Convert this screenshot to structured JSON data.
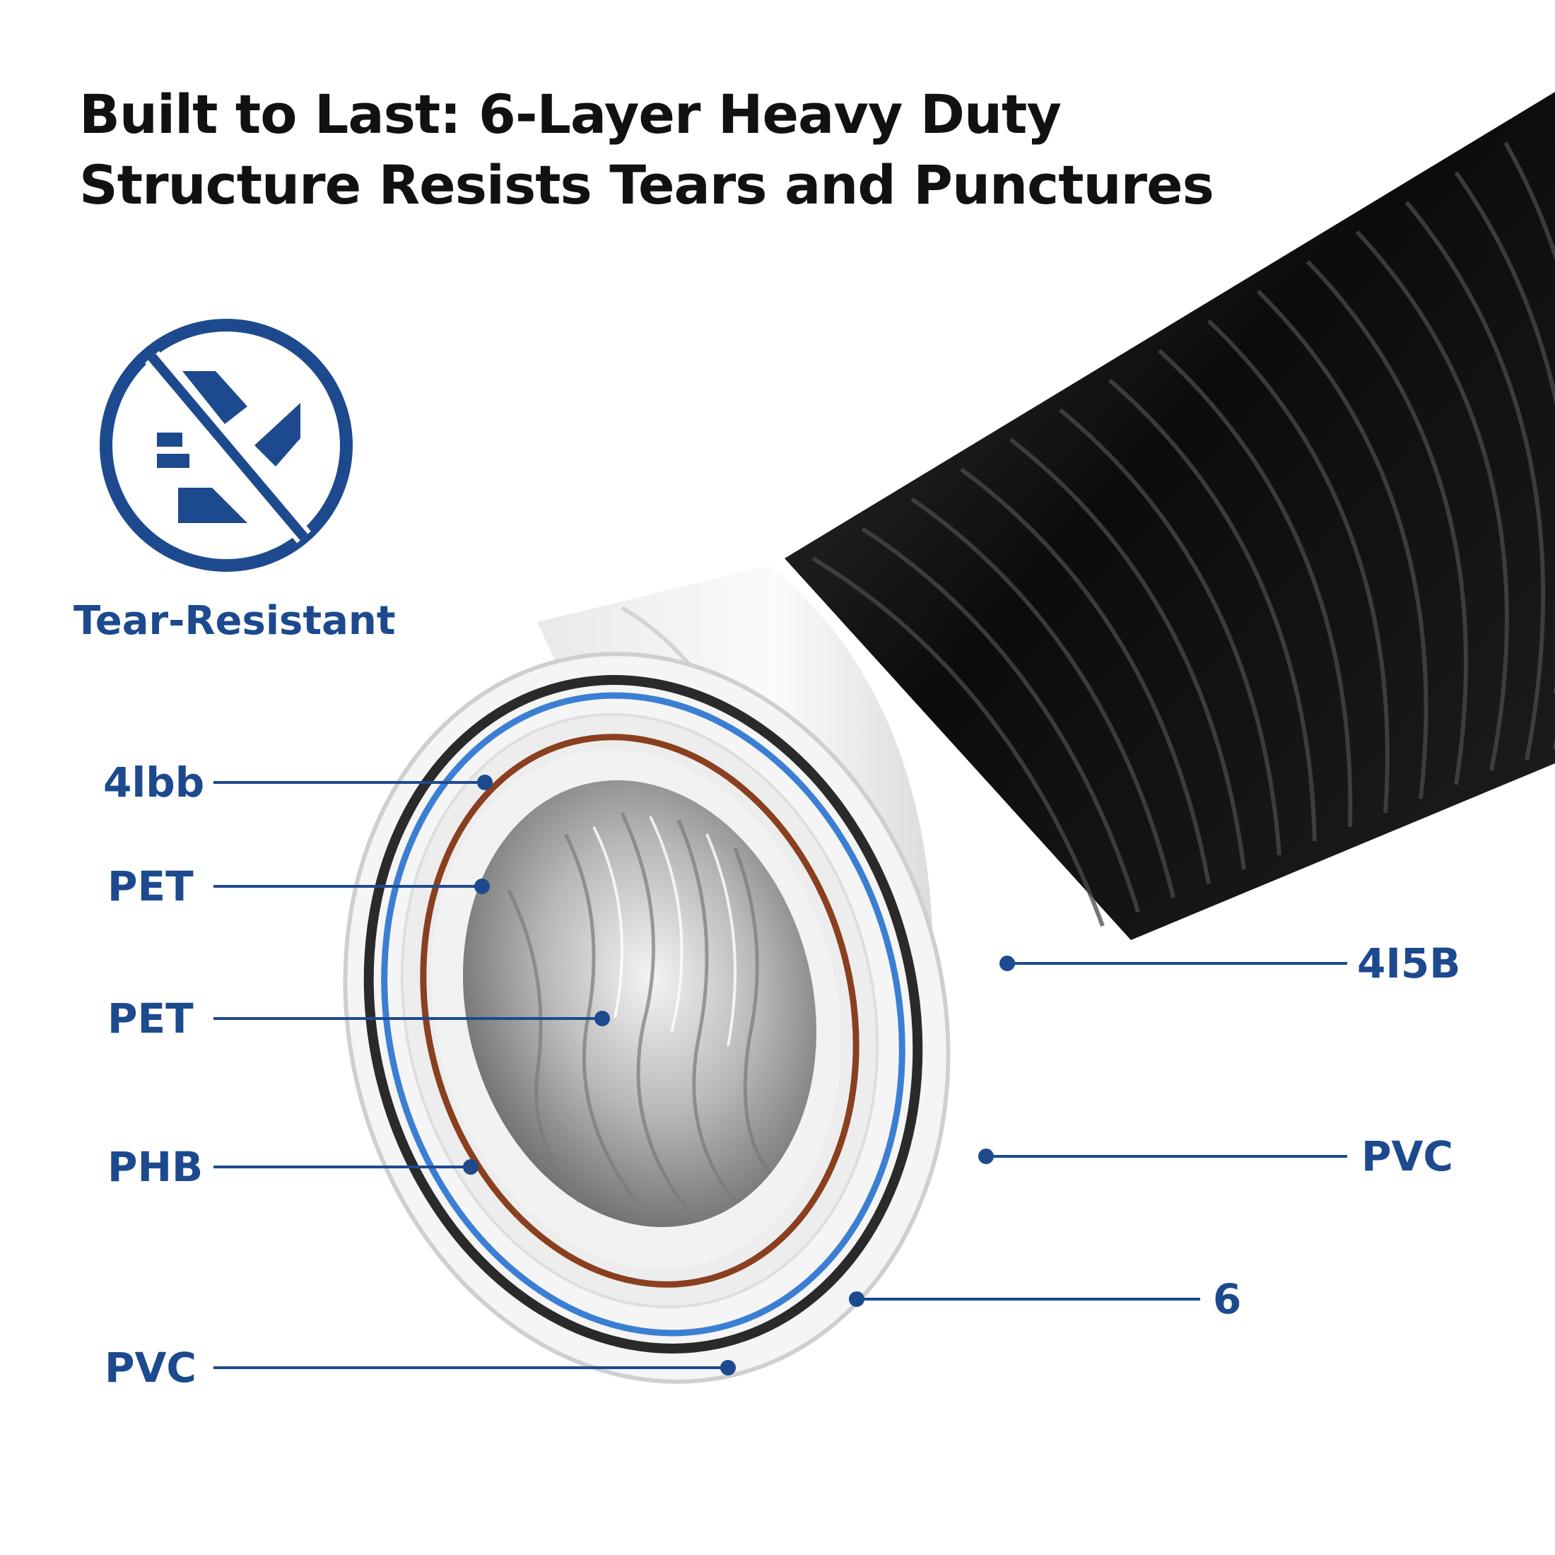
{
  "heading": {
    "line1": "Built to Last: 6-Layer Heavy Duty",
    "line2": "Structure Resists Tears and Punctures"
  },
  "badge": {
    "label": "Tear-Resistant",
    "icon": "no-tear-icon",
    "color": "#1d4a8e"
  },
  "callouts_left": [
    "4lbb",
    "PET",
    "PET",
    "PHB",
    "PVC"
  ],
  "callouts_right": [
    "4I5B",
    "PVC",
    "6"
  ],
  "colors": {
    "accent": "#1d4a8e",
    "hose": "#111111",
    "collar": "#f3f3f3",
    "ring_blue": "#3b7fd4",
    "ring_brown": "#8a3f1f",
    "foil": "#c9c9c9"
  }
}
